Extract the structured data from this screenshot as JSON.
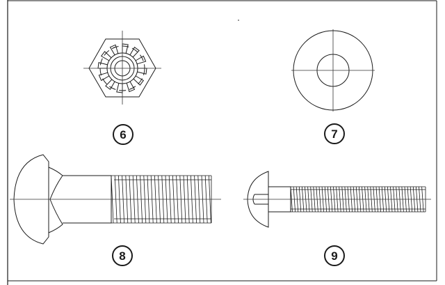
{
  "callouts": {
    "c6": "6",
    "c7": "7",
    "c8": "8",
    "c9": "9"
  },
  "colors": {
    "line": "#1a1a1a",
    "center_line": "#333333",
    "background": "#ffffff"
  },
  "items": [
    {
      "callout_ref": "c6",
      "depicts": "hex-nut-with-external-tooth-lock-washer",
      "view": "top"
    },
    {
      "callout_ref": "c7",
      "depicts": "flat-washer",
      "view": "top"
    },
    {
      "callout_ref": "c8",
      "depicts": "carriage-bolt",
      "view": "side"
    },
    {
      "callout_ref": "c9",
      "depicts": "truss-head-machine-screw",
      "view": "side"
    }
  ]
}
